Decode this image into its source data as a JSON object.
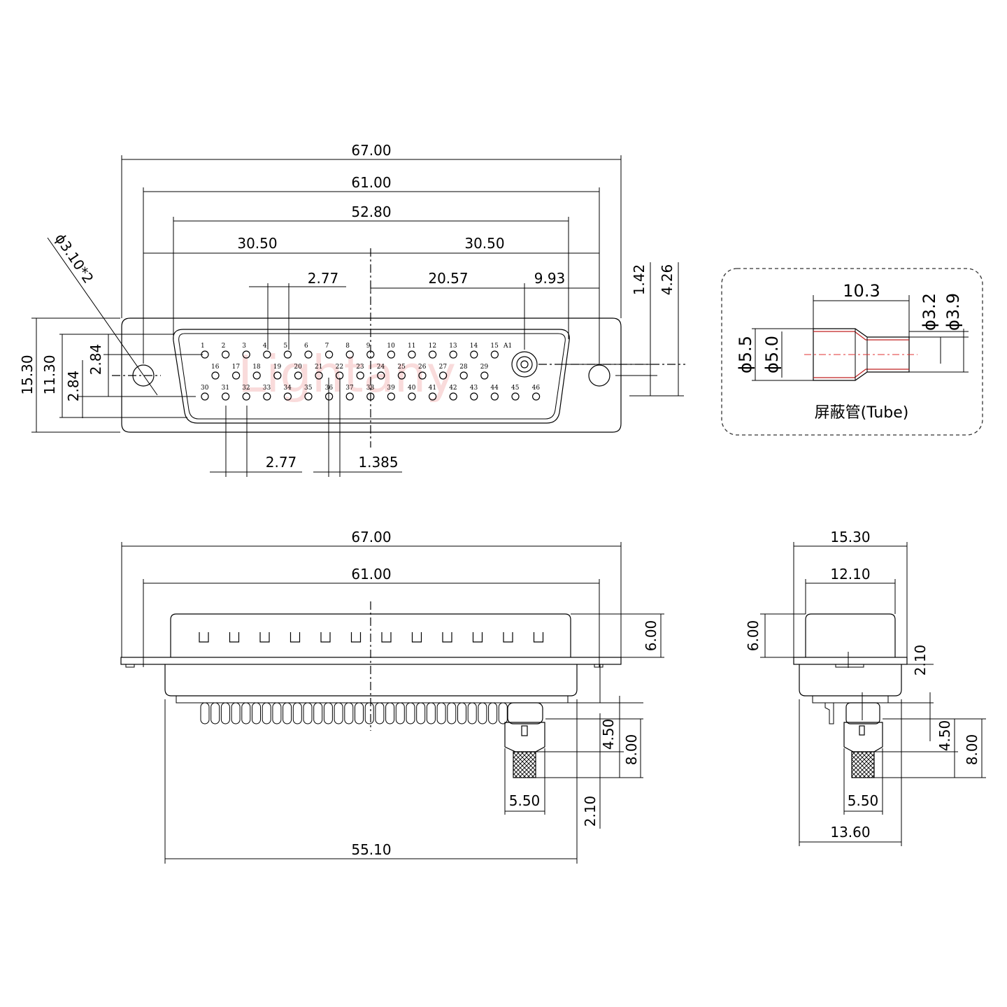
{
  "watermark": "Lightany",
  "front_view": {
    "dims": {
      "w_67": "67.00",
      "w_61": "61.00",
      "w_528": "52.80",
      "w_3050_l": "30.50",
      "w_3050_r": "30.50",
      "pitch_top": "2.77",
      "w_2057": "20.57",
      "w_993": "9.93",
      "h_142": "1.42",
      "h_426": "4.26",
      "h_1530": "15.30",
      "h_1130": "11.30",
      "h_284_a": "2.84",
      "h_284_b": "2.84",
      "pitch_bot": "2.77",
      "offset_1385": "1.385",
      "hole": "ϕ3.10*2"
    },
    "row1": [
      "1",
      "2",
      "3",
      "4",
      "5",
      "6",
      "7",
      "8",
      "9",
      "10",
      "11",
      "12",
      "13",
      "14",
      "15",
      "A1"
    ],
    "row2": [
      "16",
      "17",
      "18",
      "19",
      "20",
      "21",
      "22",
      "23",
      "24",
      "25",
      "26",
      "27",
      "28",
      "29"
    ],
    "row3": [
      "30",
      "31",
      "32",
      "33",
      "34",
      "35",
      "36",
      "37",
      "38",
      "39",
      "40",
      "41",
      "42",
      "43",
      "44",
      "45",
      "46"
    ]
  },
  "tube_detail": {
    "len": "10.3",
    "d32": "ϕ3.2",
    "d39": "ϕ3.9",
    "d55": "ϕ5.5",
    "d50": "ϕ5.0",
    "caption": "屏蔽管(Tube)"
  },
  "side_view": {
    "dims": {
      "w_67": "67.00",
      "w_61": "61.00",
      "h_600": "6.00",
      "h_450": "4.50",
      "h_800": "8.00",
      "w_550": "5.50",
      "h_210": "2.10",
      "w_5510": "55.10"
    }
  },
  "end_view": {
    "dims": {
      "w_1530": "15.30",
      "w_1210": "12.10",
      "h_600": "6.00",
      "h_210": "2.10",
      "h_450": "4.50",
      "h_800": "8.00",
      "w_550": "5.50",
      "w_1360": "13.60"
    }
  }
}
